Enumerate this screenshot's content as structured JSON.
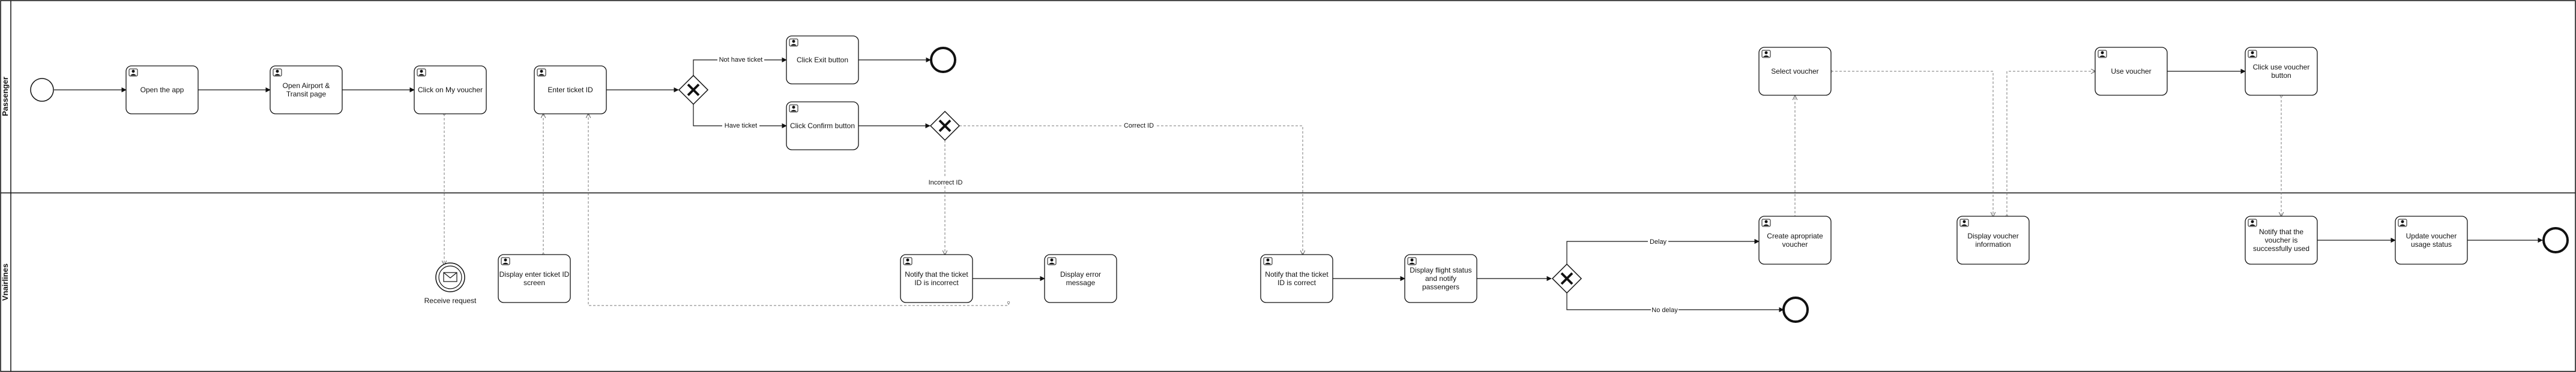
{
  "lanes": {
    "passenger": "Passenger",
    "vnairlines": "Vnairlines"
  },
  "tasks": {
    "open_app": [
      "Open the app"
    ],
    "open_airport": [
      "Open Airport &",
      "Transit page"
    ],
    "click_my_voucher": [
      "Click on My voucher"
    ],
    "enter_ticket_id": [
      "Enter ticket ID"
    ],
    "click_exit": [
      "Click Exit button"
    ],
    "click_confirm": [
      "Click Confirm button"
    ],
    "select_voucher": [
      "Select voucher"
    ],
    "use_voucher": [
      "Use voucher"
    ],
    "click_use_voucher": [
      "Click use voucher",
      "button"
    ],
    "display_enter_ticket": [
      "Display enter ticket ID",
      "screen"
    ],
    "notify_incorrect": [
      "Notify that the ticket",
      "ID is incorrect"
    ],
    "display_error": [
      "Display error",
      "message"
    ],
    "notify_correct": [
      "Notify that the ticket",
      "ID is correct"
    ],
    "display_flight_status": [
      "Display flight status",
      "and notify",
      "passengers"
    ],
    "create_voucher": [
      "Create apropriate",
      "voucher"
    ],
    "display_voucher_info": [
      "Display voucher",
      "information"
    ],
    "notify_used": [
      "Notify that the",
      "voucher is",
      "successfully used"
    ],
    "update_status": [
      "Update voucher",
      "usage status"
    ]
  },
  "events": {
    "receive_request": "Receive request"
  },
  "flow_labels": {
    "not_have_ticket": "Not have ticket",
    "have_ticket": "Have ticket",
    "correct_id": "Correct ID",
    "incorrect_id": "Incorrect ID",
    "delay": "Delay",
    "no_delay": "No delay"
  },
  "colors": {
    "line": "#111111",
    "dashed": "#777777",
    "fill": "#ffffff"
  }
}
